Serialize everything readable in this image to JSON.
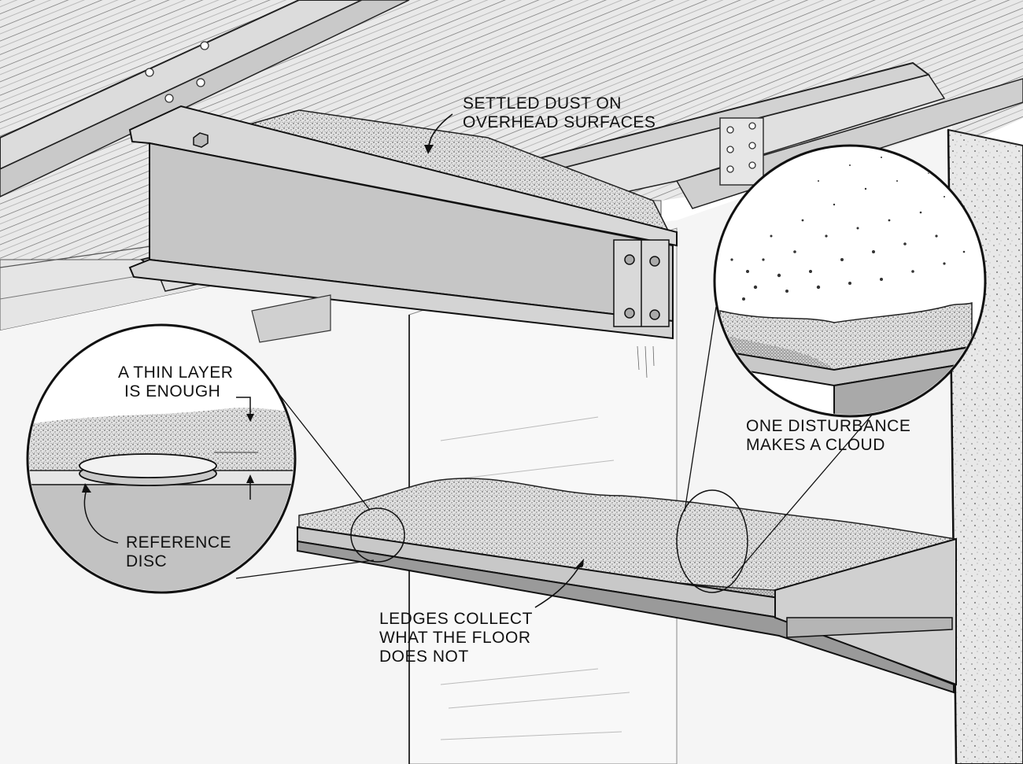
{
  "labels": {
    "overhead": {
      "line1": "SETTLED DUST ON",
      "line2": "OVERHEAD SURFACES"
    },
    "thin_layer": {
      "line1": "A THIN LAYER",
      "line2": "IS ENOUGH"
    },
    "reference": {
      "line1": "REFERENCE",
      "line2": "DISC"
    },
    "cloud": {
      "line1": "ONE DISTURBANCE",
      "line2": "MAKES A CLOUD"
    },
    "ledges": {
      "line1": "LEDGES COLLECT",
      "line2": "WHAT THE FLOOR",
      "line3": "DOES NOT"
    }
  },
  "palette": {
    "ink": "#111111",
    "steel": "#c4c4c4",
    "steel_light": "#dedede",
    "steel_dark": "#8a8a8a",
    "dust": "#d9d9d9",
    "wall": "#f4f4f4",
    "column": "#e6e6e6"
  }
}
